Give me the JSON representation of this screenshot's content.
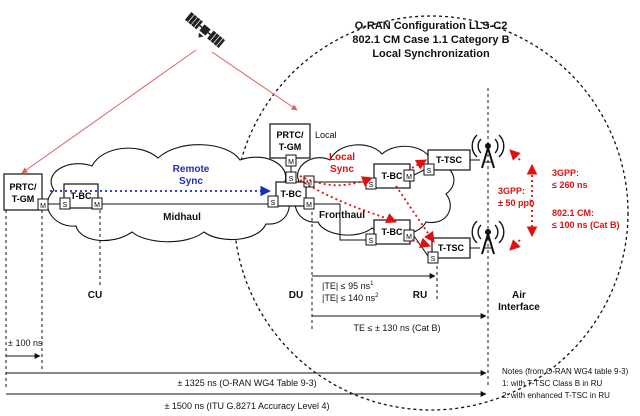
{
  "title": {
    "line1": "O-RAN Configuration LLS-C2",
    "line2": "802.1 CM Case 1.1 Category B",
    "line3": "Local Synchronization"
  },
  "satellite": {
    "icon": "satellite-icon"
  },
  "nodes": {
    "prtc_left": {
      "line1": "PRTC/",
      "line2": "T-GM",
      "port": "M"
    },
    "tbc_cu": {
      "label": "T-BC",
      "port_s": "S",
      "port_m": "M"
    },
    "prtc_local": {
      "line1": "PRTC/",
      "line2": "T-GM",
      "port": "M"
    },
    "local_label": "Local",
    "tbc_du": {
      "label": "T-BC",
      "port_s": "S",
      "port_m_top": "M",
      "port_s_top": "S",
      "port_m_bottom": "M"
    },
    "tbc_upper": {
      "label": "T-BC",
      "port_s": "S",
      "port_m": "M"
    },
    "tbc_lower": {
      "label": "T-BC",
      "port_s": "S",
      "port_m": "M"
    },
    "tsc_upper": {
      "label": "T-TSC",
      "port": "S"
    },
    "tsc_lower": {
      "label": "T-TSC",
      "port": "S"
    }
  },
  "labels": {
    "remote_sync_1": "Remote",
    "remote_sync_2": "Sync",
    "midhaul": "Midhaul",
    "local_sync_1": "Local",
    "local_sync_2": "Sync",
    "fronthaul": "Fronthaul",
    "cu": "CU",
    "du": "DU",
    "ru": "RU",
    "air_1": "Air",
    "air_2": "Interface"
  },
  "requirements": {
    "gpp_freq_title": "3GPP:",
    "gpp_freq_value": "± 50 ppb",
    "gpp_time_title": "3GPP:",
    "gpp_time_value": "≤ 260 ns",
    "cm_title": "802.1 CM:",
    "cm_value": "≤ 100 ns (Cat B)"
  },
  "budgets": {
    "te_ru_1": "|TE| ≤ 95 ns",
    "te_ru_1_sup": "1",
    "te_ru_2": "|TE| ≤ 140 ns",
    "te_ru_2_sup": "2",
    "te_cat_b": "TE ≤ ± 130 ns (Cat B)",
    "prtc": "± 100 ns",
    "oran": "± 1325 ns (O-RAN WG4 Table 9-3)",
    "itu": "± 1500 ns (ITU G.8271 Accuracy Level 4)"
  },
  "notes": {
    "title": "Notes (from O-RAN WG4 table 9-3)",
    "note1": "1: with T-TSC Class B in RU",
    "note2": "2: with enhanced T-TSC in RU"
  },
  "colors": {
    "remote_sync": "#1f2fb5",
    "local_sync": "#e01010",
    "gps_link": "#e06060",
    "ink": "#111111"
  }
}
